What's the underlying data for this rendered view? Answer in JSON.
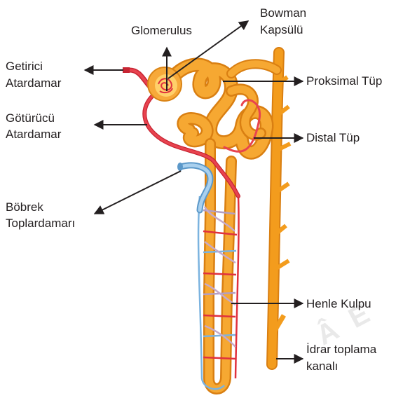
{
  "labels": {
    "bowman_line1": "Bowman",
    "bowman_line2": "Kapsülü",
    "glomerulus": "Glomerulus",
    "afferent_line1": "Getirici",
    "afferent_line2": "Atardamar",
    "efferent_line1": "Götürücü",
    "efferent_line2": "Atardamar",
    "proximal": "Proksimal Tüp",
    "distal": "Distal Tüp",
    "renal_vein_line1": "Böbrek",
    "renal_vein_line2": "Toplardamarı",
    "henle": "Henle Kulpu",
    "collecting_line1": "İdrar toplama",
    "collecting_line2": "kanalı"
  },
  "watermark": "Â  E",
  "colors": {
    "tubule": "#f39c1d",
    "tubule_light": "#ffc65a",
    "artery": "#e0313e",
    "vein": "#6aaad8",
    "arrow": "#231f20",
    "text": "#231f20"
  }
}
